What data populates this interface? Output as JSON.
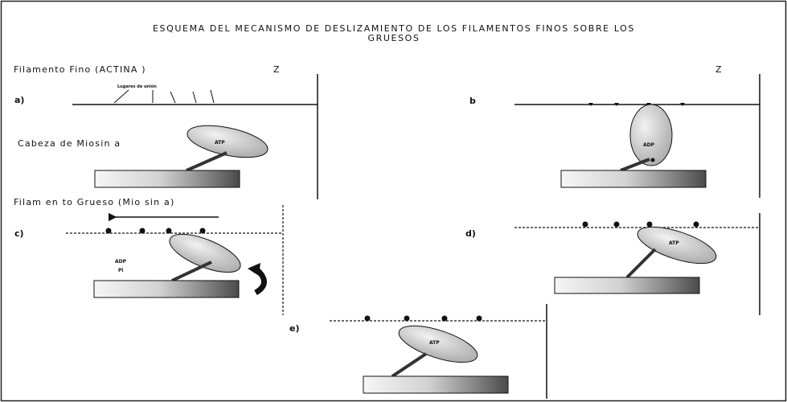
{
  "title_line1": "ESQUEMA DEL MECANISMO DE DESLIZAMIENTO DE LOS FILAMENTOS FINOS SOBRE LOS",
  "title_line2": "GRUESOS",
  "labels": {
    "thin_filament": "Filamento Fino (ACTINA )",
    "myosin_head": "Cabeza de Miosin a",
    "thick_filament": "Filam en to Grueso (Mio sin a)",
    "binding_sites": "Lugares de unión",
    "z_a": "Z",
    "z_b": "Z"
  },
  "panels": {
    "a": "a)",
    "b": "b",
    "c": "c)",
    "d": "d)",
    "e": "e)"
  },
  "head_labels": {
    "a": "ATP",
    "b": "ADP",
    "c_adp": "ADP",
    "c_pi": "Pi",
    "d": "ATP",
    "e": "ATP"
  },
  "colors": {
    "line": "#111111",
    "bar_light": "#f4f4f4",
    "bar_dark": "#555555",
    "head_fill": "#d8d8d8"
  }
}
